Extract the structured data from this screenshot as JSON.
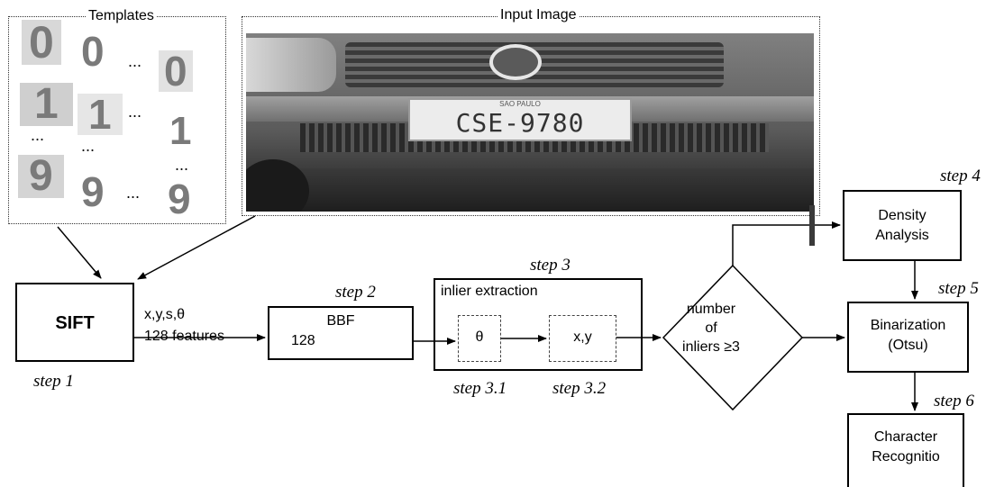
{
  "templates": {
    "title": "Templates",
    "rows": [
      {
        "a": "0",
        "b": "0",
        "c": "0"
      },
      {
        "a": "1",
        "b": "1",
        "c": "1"
      },
      {
        "a": "9",
        "b": "9",
        "c": "9"
      }
    ],
    "ellipsis": "..."
  },
  "input_image": {
    "title": "Input Image",
    "plate_text": "CSE-9780",
    "plate_top_text": "SAO PAULO"
  },
  "nodes": {
    "sift": "SIFT",
    "sift_out_line1": "x,y,s,θ",
    "sift_out_line2": "128 features",
    "bbf_title": "BBF",
    "bbf_sub": "128",
    "inlier_title": "inlier extraction",
    "theta": "θ",
    "xy": "x,y",
    "decision_line1": "number",
    "decision_line2": "of",
    "decision_line3": "inliers ≥3",
    "density_line1": "Density",
    "density_line2": "Analysis",
    "binarization_line1": "Binarization",
    "binarization_line2": "(Otsu)",
    "recognition_line1": "Character",
    "recognition_line2": "Recognitio"
  },
  "steps": {
    "s1": "step 1",
    "s2": "step 2",
    "s3": "step 3",
    "s3_1": "step 3.1",
    "s3_2": "step 3.2",
    "s4": "step 4",
    "s5": "step 5",
    "s6": "step 6"
  },
  "colors": {
    "stroke": "#000000",
    "template_glyph": "#7a7a7a",
    "photo_dark": "#3a3a3a"
  }
}
